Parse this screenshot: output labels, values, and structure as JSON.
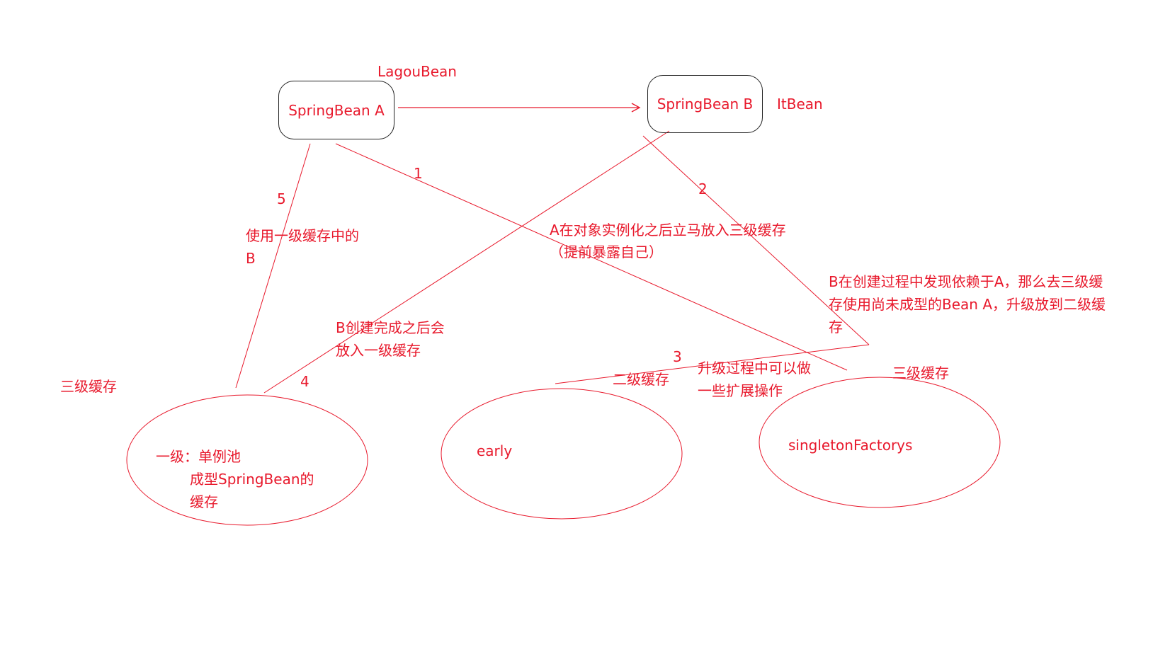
{
  "nodes": {
    "bean_a": {
      "label": "SpringBean A",
      "alias": "LagouBean"
    },
    "bean_b": {
      "label": "SpringBean B",
      "alias": "ItBean"
    }
  },
  "steps": {
    "step1": "1",
    "step2": "2",
    "step3": "3",
    "step4": "4",
    "step5": "5"
  },
  "annotations": {
    "a_early_expose_line1": "A在对象实例化之后立马放入三级缓存",
    "a_early_expose_line2": "（提前暴露自己）",
    "b_dependency_line1": "B在创建过程中发现依赖于A，那么去三级缓",
    "b_dependency_line2": "存使用尚未成型的Bean A，升级放到二级缓",
    "b_dependency_line3": "存",
    "b_created_line1": "B创建完成之后会",
    "b_created_line2": "放入一级缓存",
    "use_b_line1": "使用一级缓存中的",
    "use_b_line2": "B",
    "upgrade_line1": "升级过程中可以做",
    "upgrade_line2": "一些扩展操作"
  },
  "caches": {
    "section_title": "三级缓存",
    "level1": {
      "line1": "一级：单例池",
      "line2": "成型SpringBean的",
      "line3": "缓存"
    },
    "level2": {
      "title": "二级缓存",
      "name": "early"
    },
    "level3": {
      "title": "三级缓存",
      "name": "singletonFactorys"
    }
  },
  "colors": {
    "annotation": "#e8192c",
    "box_border": "#222222"
  }
}
